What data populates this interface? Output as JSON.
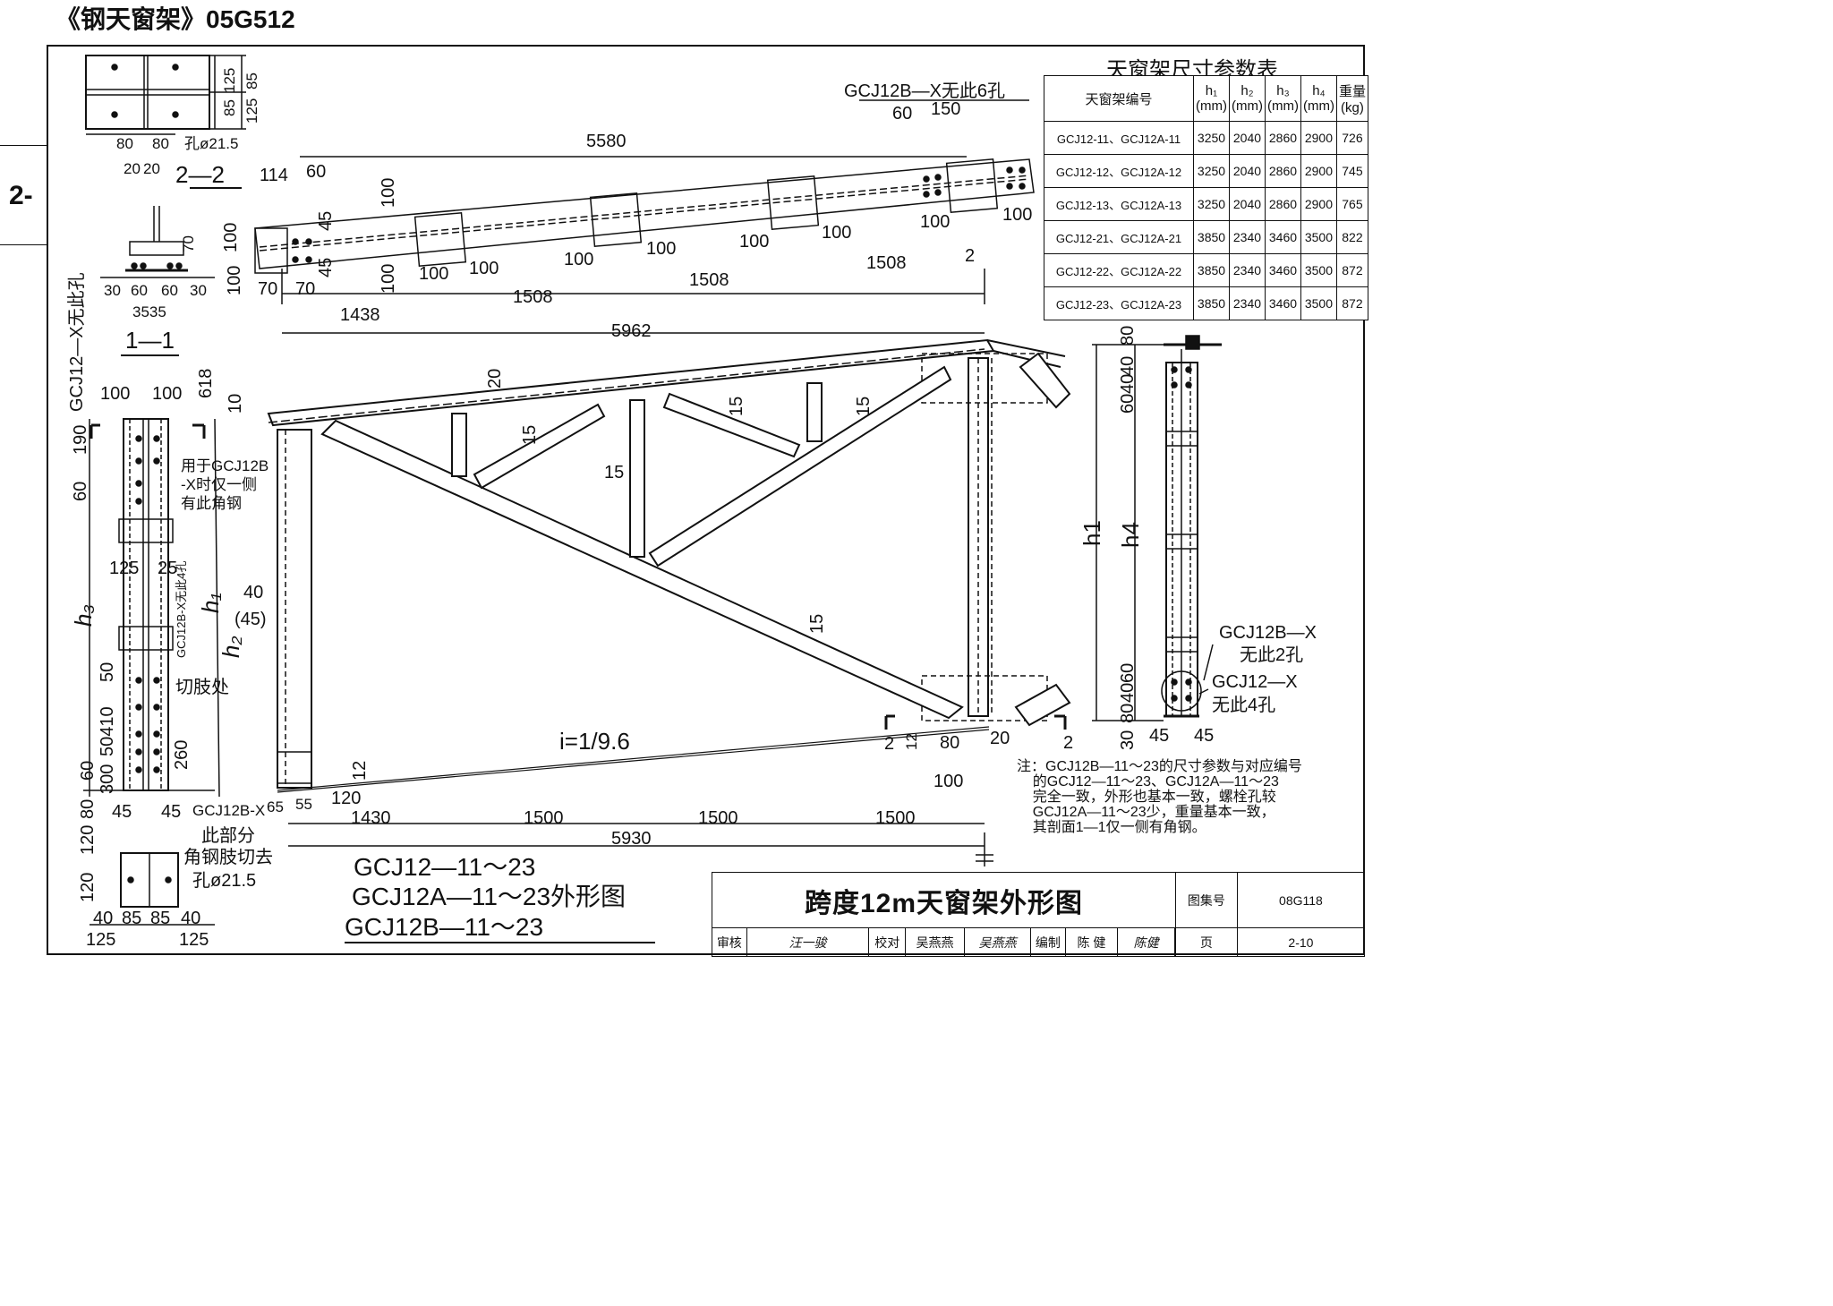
{
  "header": {
    "doc_title": "《钢天窗架》05G512"
  },
  "margin": {
    "page_marker": "2-"
  },
  "table": {
    "title": "天窗架尺寸参数表",
    "columns": [
      "天窗架编号",
      "h₁ (mm)",
      "h₂ (mm)",
      "h₃ (mm)",
      "h₄ (mm)",
      "重量 (kg)"
    ],
    "rows": [
      [
        "GCJ12-11、GCJ12A-11",
        "3250",
        "2040",
        "2860",
        "2900",
        "726"
      ],
      [
        "GCJ12-12、GCJ12A-12",
        "3250",
        "2040",
        "2860",
        "2900",
        "745"
      ],
      [
        "GCJ12-13、GCJ12A-13",
        "3250",
        "2040",
        "2860",
        "2900",
        "765"
      ],
      [
        "GCJ12-21、GCJ12A-21",
        "3850",
        "2340",
        "3460",
        "3500",
        "822"
      ],
      [
        "GCJ12-22、GCJ12A-22",
        "3850",
        "2340",
        "3460",
        "3500",
        "872"
      ],
      [
        "GCJ12-23、GCJ12A-23",
        "3850",
        "2340",
        "3460",
        "3500",
        "872"
      ]
    ]
  },
  "section22": {
    "dims_right": [
      "125",
      "85",
      "85",
      "125"
    ],
    "dims_bottom": [
      "80",
      "80"
    ],
    "hole": "孔ø21.5",
    "dims_bottom2": [
      "20",
      "20"
    ],
    "label": "2—2"
  },
  "section11": {
    "dims": [
      "30",
      "60",
      "60",
      "30"
    ],
    "total": "3535",
    "h": "70",
    "label": "1—1"
  },
  "top_chord": {
    "note": "GCJ12B—X无此6孔",
    "d_60": "60",
    "d_150": "150",
    "d_5580": "5580",
    "d_114": "114",
    "d_60b": "60",
    "d_100_list": [
      "100",
      "100",
      "100",
      "100",
      "100",
      "100",
      "100",
      "100",
      "100",
      "100"
    ],
    "d_45a": "45",
    "d_45b": "45",
    "d_70a": "70",
    "d_70b": "70",
    "d_1438": "1438",
    "d_1508a": "1508",
    "d_1508b": "1508",
    "d_1508c": "1508",
    "d_2": "2",
    "d_5962": "5962",
    "d_618": "618",
    "d_10": "10"
  },
  "left_column": {
    "note_v": "GCJ12—X无此孔",
    "d_100a": "100",
    "d_100b": "100",
    "d_190": "190",
    "d_60": "60",
    "d_125": "125",
    "d_25": "25",
    "h3": "h₃",
    "h1": "h₁",
    "h2": "h₂",
    "d_40": "40",
    "d_45p": "(45)",
    "note_b": "用于GCJ12B\n-X时仅一侧\n有此角钢",
    "note_v2": "GCJ12B-X无此4孔",
    "d_50": "50",
    "d_410": "410",
    "d_50410": "50410",
    "d_50b": "50",
    "d_300": "300",
    "d_60b": "60",
    "d_260": "260",
    "cut": "切肢处",
    "d_45l": "45",
    "d_45r": "45",
    "note_c": "GCJ12B-X",
    "d_80": "80",
    "d_120": "120",
    "cut_note": "此部分\n角钢肢切去",
    "hole": "孔ø21.5",
    "bottom_dims": [
      "40",
      "85",
      "85",
      "40"
    ],
    "bottom_total": [
      "125",
      "125"
    ],
    "d_120b": "120"
  },
  "truss": {
    "slope": "i=1/9.6",
    "weld_15": "15",
    "weld_20": "20",
    "d_12": "12",
    "d_120": "120",
    "d_65": "65",
    "d_55": "55",
    "bottom_dims": [
      "1430",
      "1500",
      "1500",
      "1500"
    ],
    "d_5930": "5930",
    "d_80": "80",
    "d_20": "20",
    "d_100": "100",
    "d_2l": "2",
    "d_2r": "2",
    "d_12b": "12"
  },
  "right_column": {
    "dims_top": [
      "80",
      "40",
      "40",
      "60"
    ],
    "h1": "h1",
    "h4": "h4",
    "dims_bot": [
      "60",
      "40",
      "80",
      "30"
    ],
    "d_45l": "45",
    "d_45r": "45",
    "label_b": "GCJ12B—X",
    "label_b2": "无此2孔",
    "label_x": "GCJ12—X",
    "label_x2": "无此4孔"
  },
  "drawing_titles": {
    "line1": "GCJ12—11～23",
    "line2": "GCJ12A—11～23外形图",
    "line3": "GCJ12B—11～23"
  },
  "note": "注：GCJ12B—11～23的尺寸参数与对应编号\n    的GCJ12—11～23、GCJ12A—11～23\n    完全一致，外形也基本一致，螺栓孔较\n    GCJ12A—11～23少，重量基本一致，\n    其剖面1—1仅一侧有角钢。",
  "title_block": {
    "main": "跨度12m天窗架外形图",
    "atlas_label": "图集号",
    "atlas_value": "08G118",
    "review_label": "审核",
    "review_sig": "汪一骏",
    "check_label": "校对",
    "check_name": "吴燕燕",
    "check_sig": "吴燕燕",
    "draw_label": "编制",
    "draw_name": "陈 健",
    "draw_sig": "陈健",
    "page_label": "页",
    "page_value": "2-10"
  }
}
